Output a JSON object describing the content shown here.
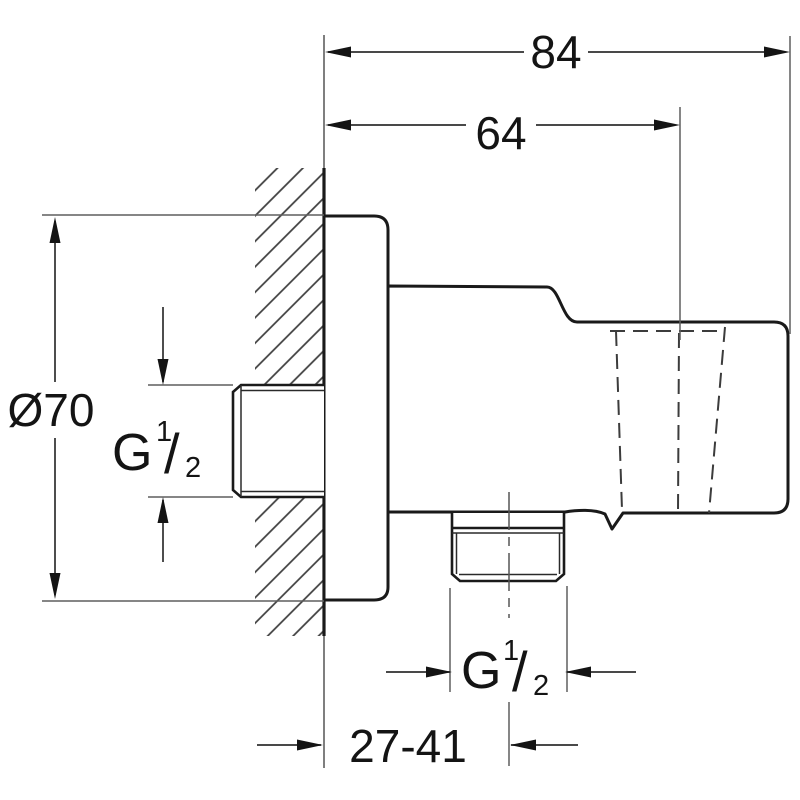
{
  "dimensions": {
    "overall_depth": "84",
    "holder_offset": "64",
    "flange_diameter": "Ø70",
    "wall_distance": "27-41"
  },
  "inlet_thread": {
    "letter": "G",
    "numerator": "1",
    "slash": "/",
    "denominator": "2"
  },
  "outlet_thread": {
    "letter": "G",
    "numerator": "1",
    "slash": "/",
    "denominator": "2"
  },
  "colors": {
    "background": "#ffffff",
    "outline": "#1a1a1a",
    "dimension_line": "#2f2f2f",
    "extension_line": "#5f5f5f",
    "hidden_line": "#3c3c3c",
    "hatch": "#3f3f3f",
    "text": "#141414"
  }
}
